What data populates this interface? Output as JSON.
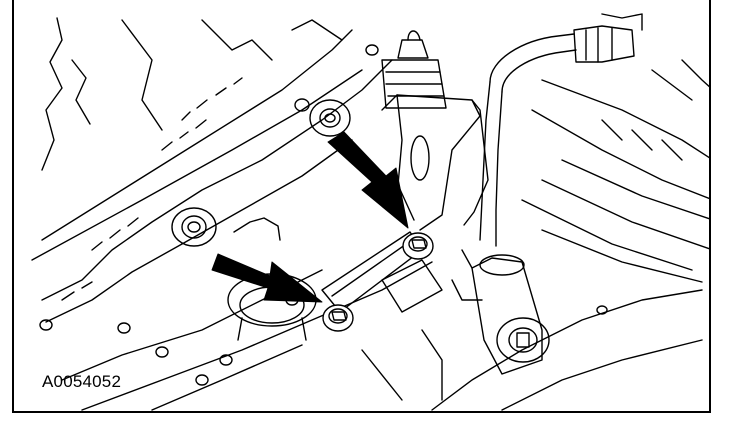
{
  "figure": {
    "id_label": "A0054052",
    "callouts": [
      {
        "name": "arrow-to-upper-bolt"
      },
      {
        "name": "arrow-to-lower-bolt"
      }
    ]
  },
  "colors": {
    "line": "#000000",
    "background": "#ffffff"
  }
}
